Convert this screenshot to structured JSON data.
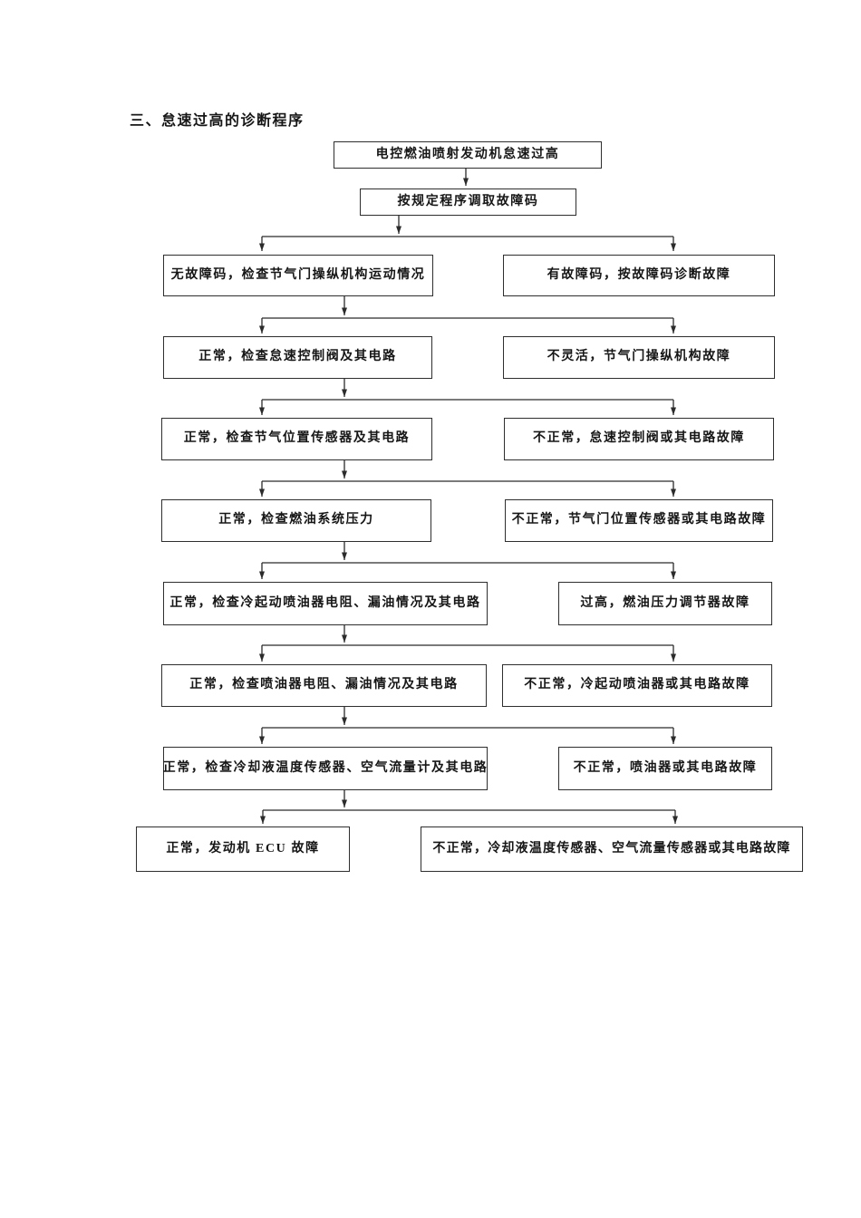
{
  "page": {
    "title": "三、怠速过高的诊断程序"
  },
  "flowchart": {
    "start": "电控燃油喷射发动机怠速过高",
    "step2": "按规定程序调取故障码",
    "rows": [
      {
        "left": "无故障码，检查节气门操纵机构运动情况",
        "right": "有故障码，按故障码诊断故障"
      },
      {
        "left": "正常，检查怠速控制阀及其电路",
        "right": "不灵活，节气门操纵机构故障"
      },
      {
        "left": "正常，检查节气位置传感器及其电路",
        "right": "不正常，怠速控制阀或其电路故障"
      },
      {
        "left": "正常，检查燃油系统压力",
        "right": "不正常，节气门位置传感器或其电路故障"
      },
      {
        "left": "正常，检查冷起动喷油器电阻、漏油情况及其电路",
        "right": "过高，燃油压力调节器故障"
      },
      {
        "left": "正常，检查喷油器电阻、漏油情况及其电路",
        "right": "不正常，冷起动喷油器或其电路故障"
      },
      {
        "left": "正常，检查冷却液温度传感器、空气流量计及其电路",
        "right": "不正常，喷油器或其电路故障"
      },
      {
        "left": "正常，发动机 ECU 故障",
        "right": "不正常，冷却液温度传感器、空气流量传感器或其电路故障"
      }
    ],
    "line_color": "#2b2b2b"
  }
}
